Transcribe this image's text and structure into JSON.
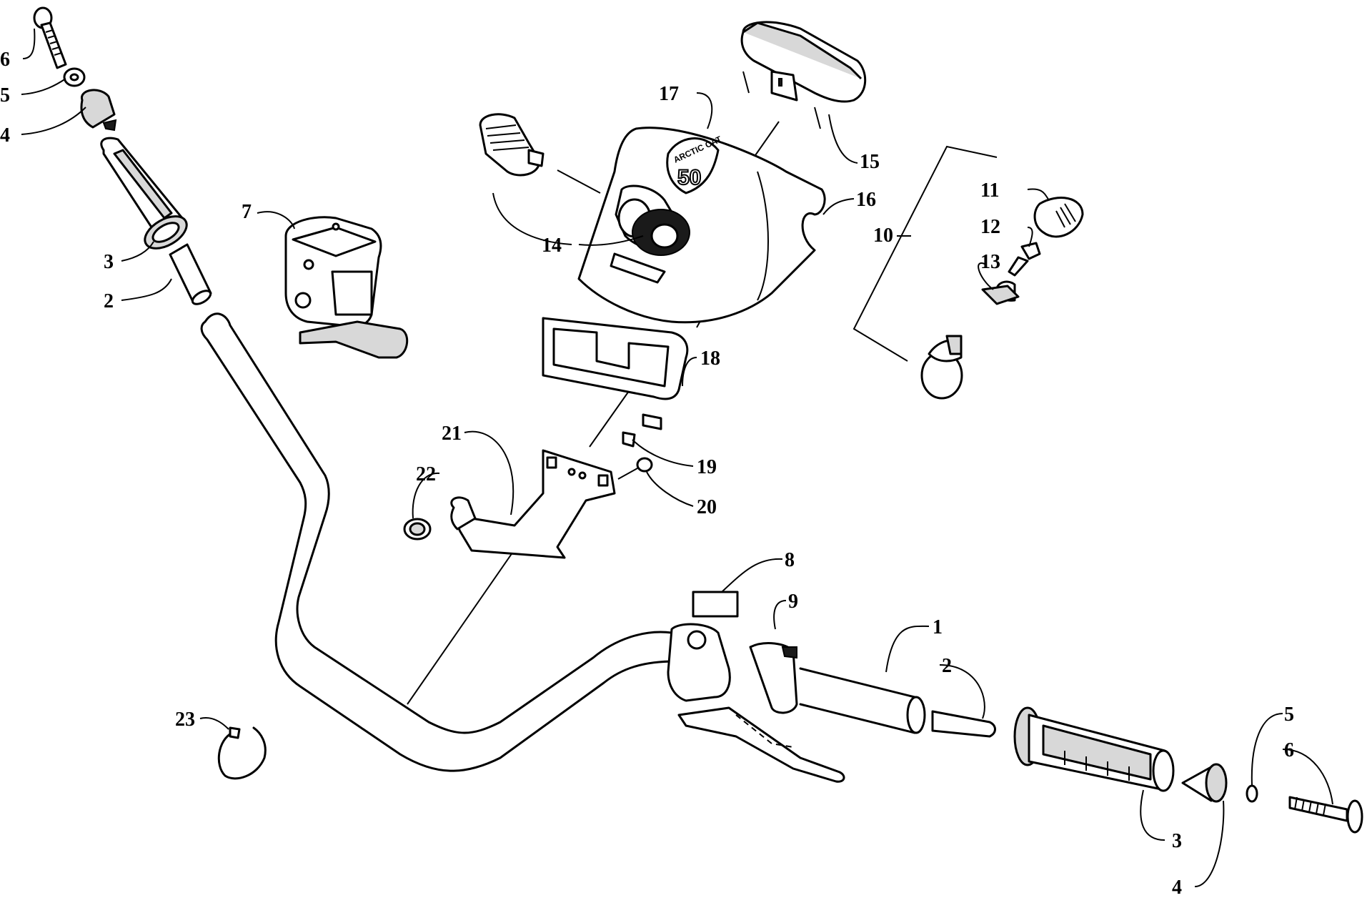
{
  "callouts": [
    {
      "id": "c6a",
      "label": "6"
    },
    {
      "id": "c5a",
      "label": "5"
    },
    {
      "id": "c4a",
      "label": "4"
    },
    {
      "id": "c3a",
      "label": "3"
    },
    {
      "id": "c2a",
      "label": "2"
    },
    {
      "id": "c7",
      "label": "7"
    },
    {
      "id": "c17",
      "label": "17"
    },
    {
      "id": "c15",
      "label": "15"
    },
    {
      "id": "c16",
      "label": "16"
    },
    {
      "id": "c14",
      "label": "14"
    },
    {
      "id": "c11",
      "label": "11"
    },
    {
      "id": "c12",
      "label": "12"
    },
    {
      "id": "c10",
      "label": "10"
    },
    {
      "id": "c13",
      "label": "13"
    },
    {
      "id": "c18",
      "label": "18"
    },
    {
      "id": "c21",
      "label": "21"
    },
    {
      "id": "c22",
      "label": "22"
    },
    {
      "id": "c19",
      "label": "19"
    },
    {
      "id": "c20",
      "label": "20"
    },
    {
      "id": "c8",
      "label": "8"
    },
    {
      "id": "c9",
      "label": "9"
    },
    {
      "id": "c1",
      "label": "1"
    },
    {
      "id": "c2b",
      "label": "2"
    },
    {
      "id": "c5b",
      "label": "5"
    },
    {
      "id": "c6b",
      "label": "6"
    },
    {
      "id": "c23",
      "label": "23"
    },
    {
      "id": "c3b",
      "label": "3"
    },
    {
      "id": "c4b",
      "label": "4"
    }
  ],
  "logo": {
    "brand": "ARCTIC CAT",
    "model": "50"
  }
}
